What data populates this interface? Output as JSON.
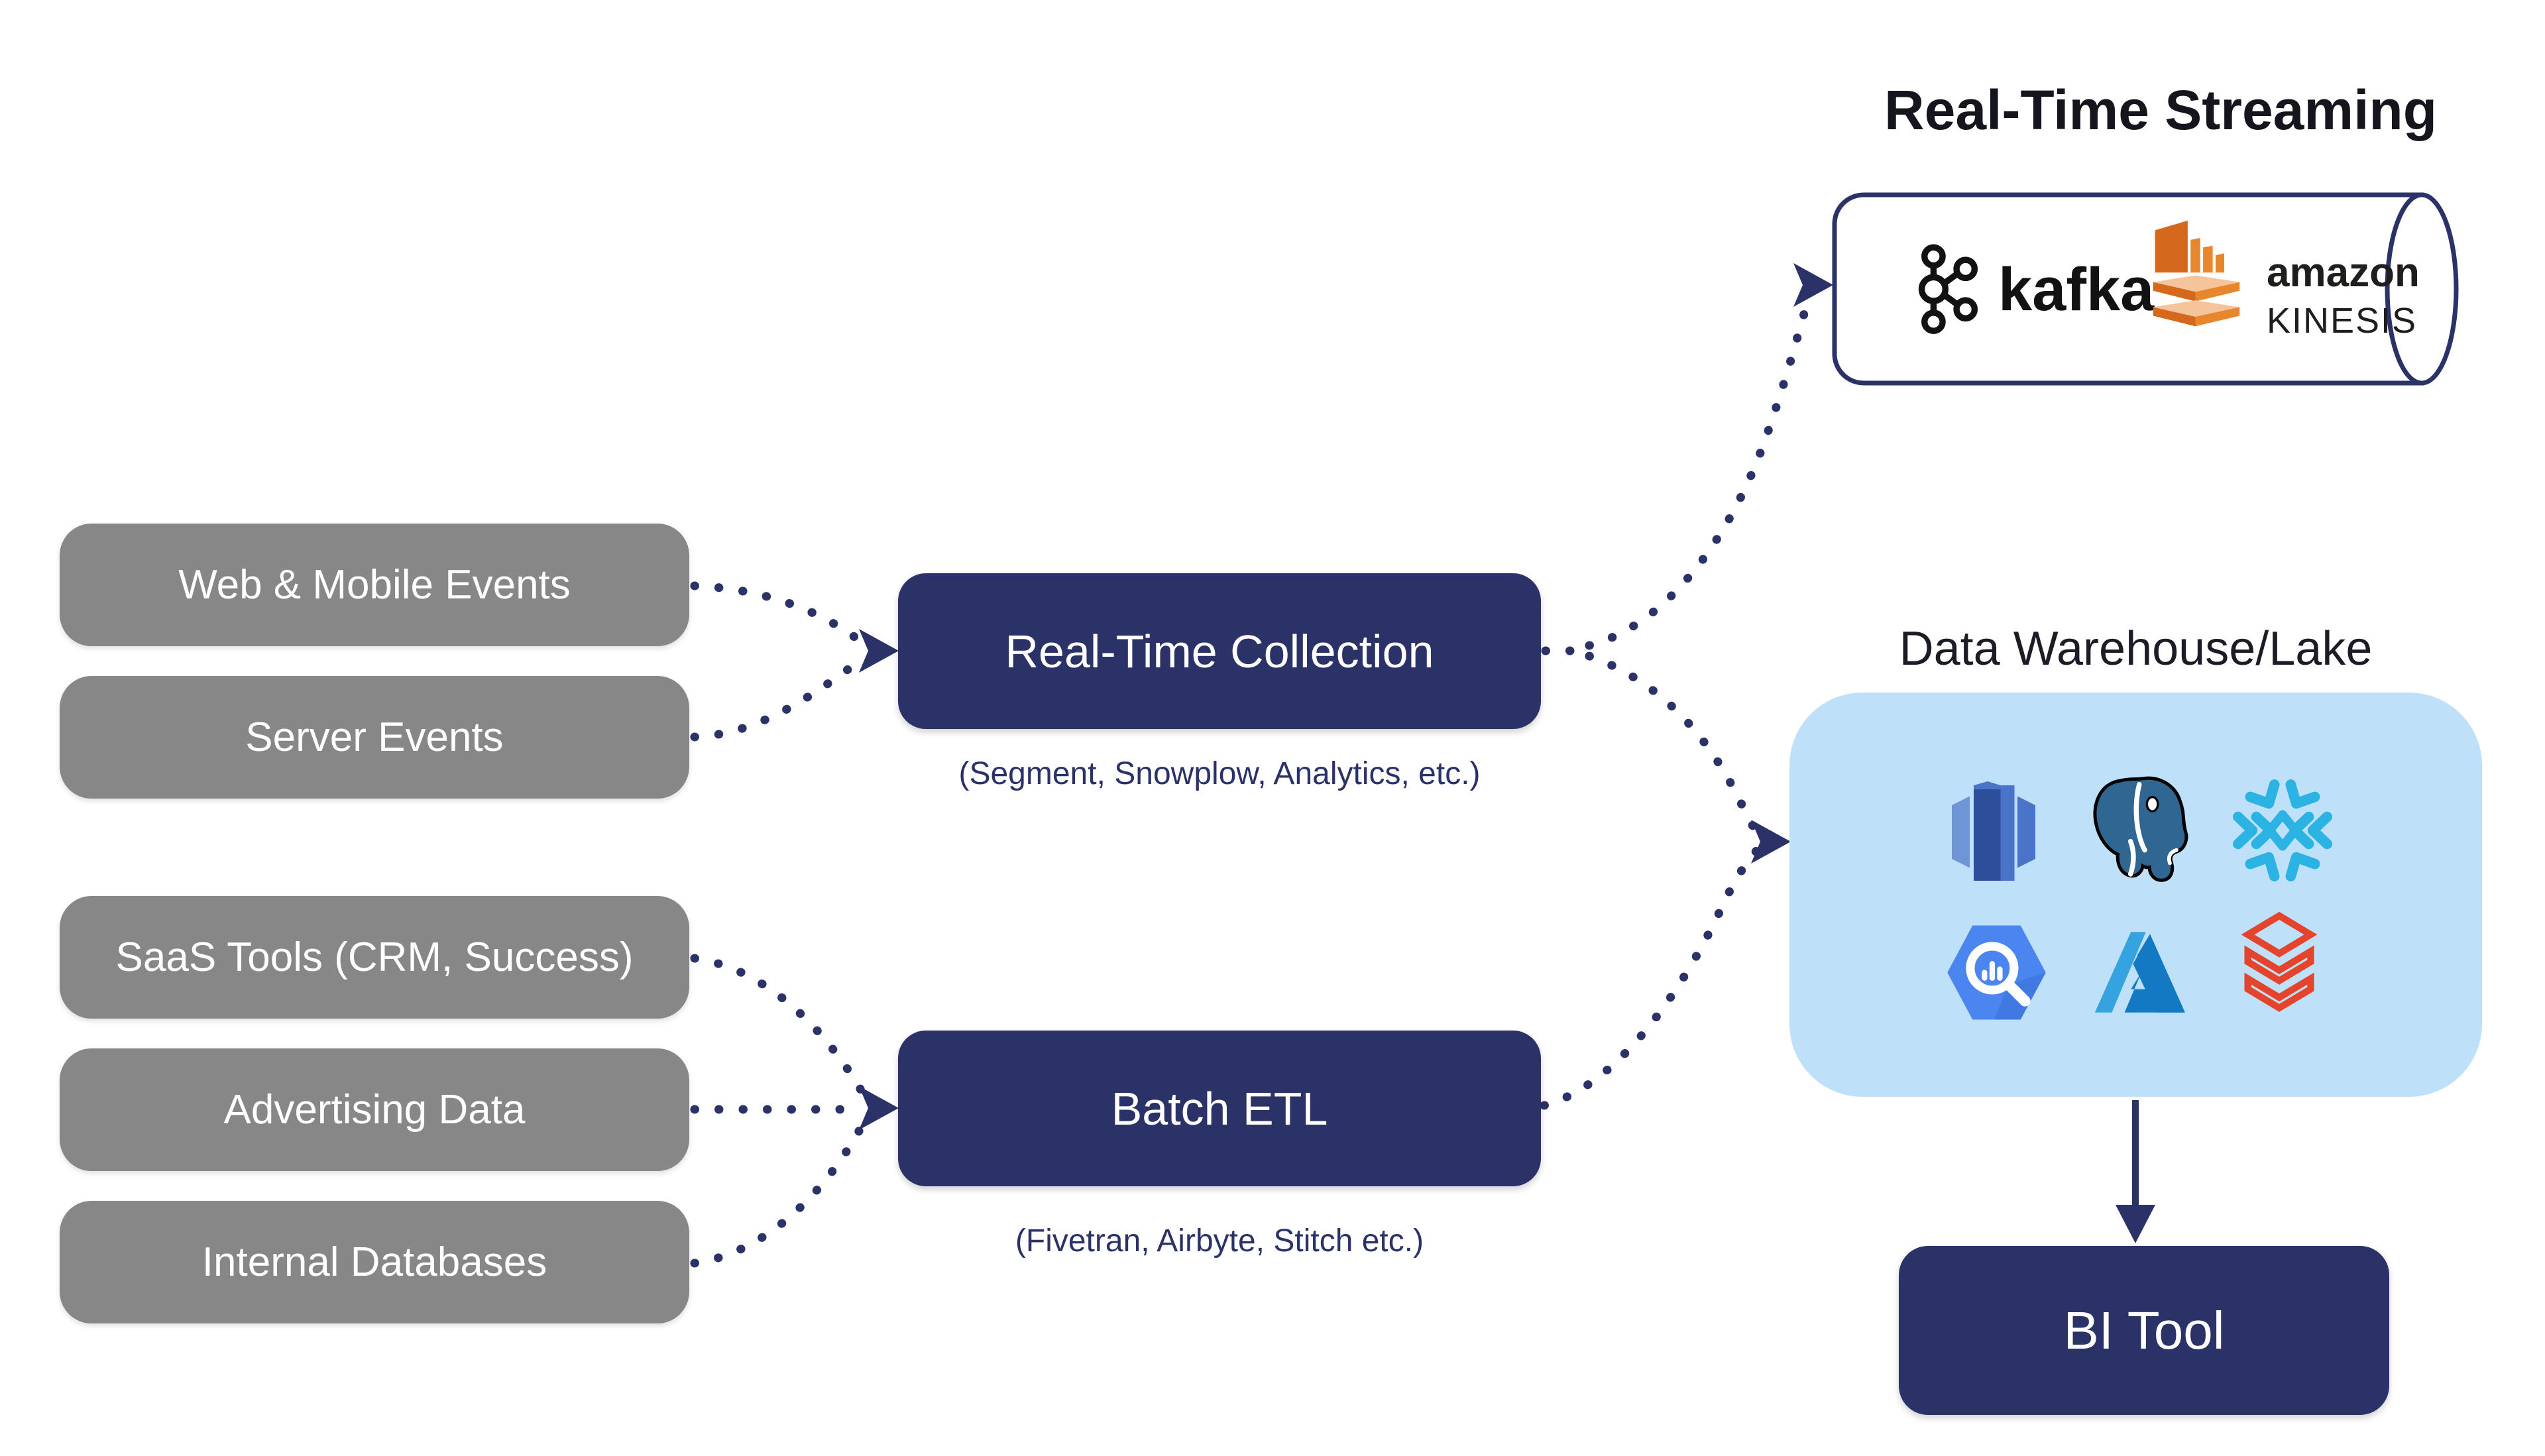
{
  "colors": {
    "navy": "#2b3268",
    "gray": "#878787",
    "light_blue": "#bee0f8",
    "title_dark": "#15151e",
    "kafka_black": "#121212",
    "kinesis_orange_dark": "#d4691e",
    "kinesis_orange": "#e8862d",
    "kinesis_orange_light": "#f6c49b",
    "redshift_dark": "#2d4e9b",
    "redshift_mid": "#4a74c8",
    "redshift_light": "#6e96d6",
    "postgres_blue": "#2f6792",
    "snowflake_cyan": "#2bb3e3",
    "bigquery_blue": "#4a85f0",
    "azure_light": "#35a3e0",
    "azure_dark": "#1279c2",
    "databricks_red": "#e5432c"
  },
  "sources": {
    "realtime": [
      {
        "label": "Web & Mobile Events"
      },
      {
        "label": "Server Events"
      }
    ],
    "batch": [
      {
        "label": "SaaS Tools (CRM, Success)"
      },
      {
        "label": "Advertising Data"
      },
      {
        "label": "Internal Databases"
      }
    ]
  },
  "processors": {
    "realtime": {
      "label": "Real-Time Collection",
      "subtitle": "(Segment, Snowplow, Analytics, etc.)"
    },
    "batch": {
      "label": "Batch ETL",
      "subtitle": "(Fivetran, Airbyte, Stitch etc.)"
    }
  },
  "streaming": {
    "title": "Real-Time Streaming",
    "kafka_text": "kafka",
    "amazon_text": "amazon",
    "kinesis_text": "KINESIS"
  },
  "warehouse": {
    "title": "Data Warehouse/Lake",
    "logos": [
      "amazon-redshift",
      "postgresql",
      "snowflake",
      "google-bigquery",
      "microsoft-azure",
      "databricks"
    ]
  },
  "bi": {
    "label": "BI Tool"
  }
}
